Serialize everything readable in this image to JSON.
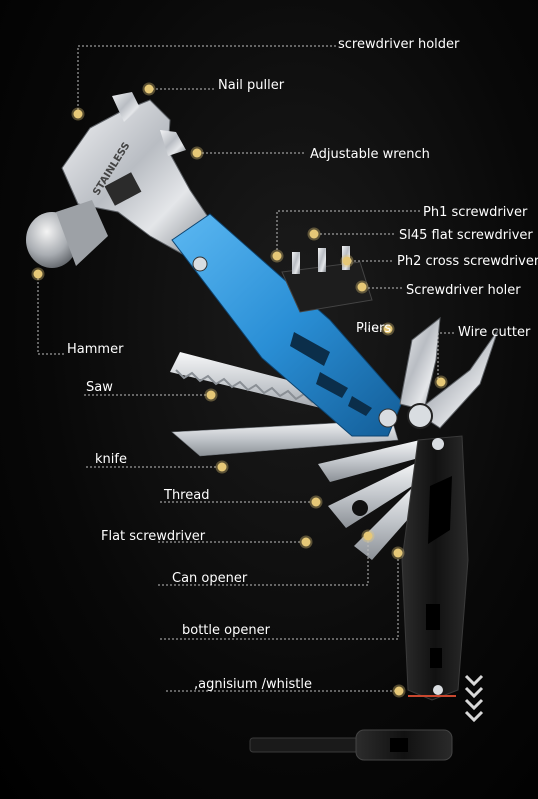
{
  "labels": {
    "screwdriver_holder": "screwdriver holder",
    "nail_puller": "Nail puller",
    "adjustable_wrench": "Adjustable wrench",
    "ph1_screwdriver": "Ph1 screwdriver",
    "sl45_flat_screwdriver": "Sl45 flat screwdriver",
    "ph2_cross_screwdriver": "Ph2 cross screwdriver",
    "screwdriver_holer": "Screwdriver holer",
    "hammer": "Hammer",
    "pliers": "Pliers",
    "wire_cutter": "Wire cutter",
    "saw": "Saw",
    "knife": "knife",
    "thread": "Thread",
    "flat_screwdriver": "Flat screwdriver",
    "can_opener": "Can opener",
    "bottle_opener": "bottle opener",
    "magnesium_whistle": ",agnisium /whistle"
  },
  "engraving": "STAINLESS",
  "colors": {
    "background": "#000000",
    "handle_blue": "#2a8fd6",
    "handle_black": "#1b1b1b",
    "steel": "#c9ccd0",
    "marker": "#e6c877",
    "leader": "#bdbdbd",
    "label": "#ffffff"
  }
}
